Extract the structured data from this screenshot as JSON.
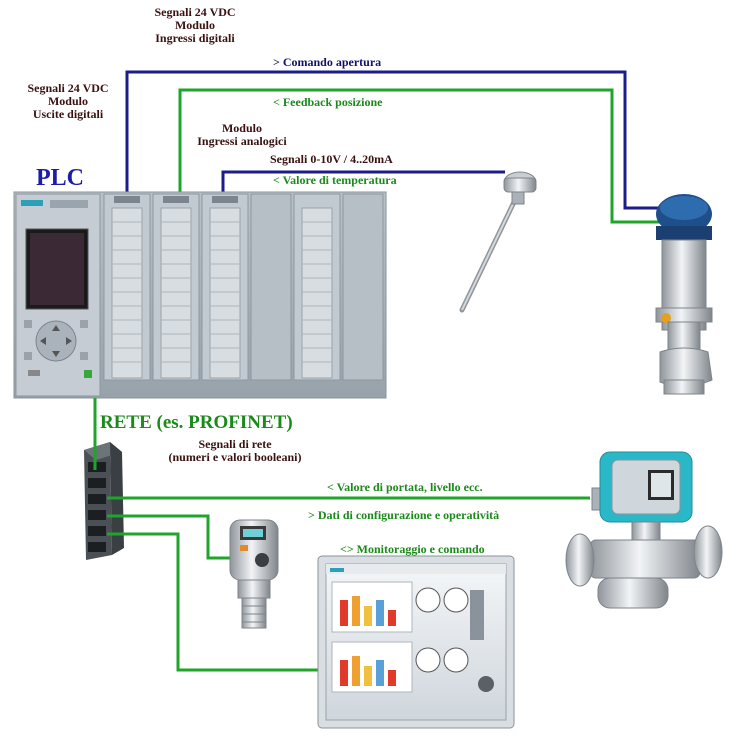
{
  "labels": {
    "digital_inputs_signal": "Segnali 24 VDC",
    "digital_inputs_module": "Modulo",
    "digital_inputs_name": "Ingressi digitali",
    "digital_outputs_signal": "Segnali 24 VDC",
    "digital_outputs_module": "Modulo",
    "digital_outputs_name": "Uscite digitali",
    "analog_inputs_module": "Modulo",
    "analog_inputs_name": "Ingressi analogici",
    "analog_signal": "Segnali 0-10V / 4..20mA",
    "plc": "PLC",
    "command_open": "> Comando apertura",
    "feedback_position": "< Feedback posizione",
    "temperature_value": "< Valore di temperatura",
    "network": "RETE (es. PROFINET)",
    "network_signals": "Segnali di rete",
    "network_signals_detail": "(numeri e valori booleani)",
    "flow_value": "< Valore di portata, livello ecc.",
    "config_data": "> Dati di configurazione e operatività",
    "monitoring": "<> Monitoraggio e comando"
  },
  "colors": {
    "digital_wire": "#1c1c8c",
    "network_wire": "#1fa52a",
    "analog_wire": "#1c1c8c"
  }
}
